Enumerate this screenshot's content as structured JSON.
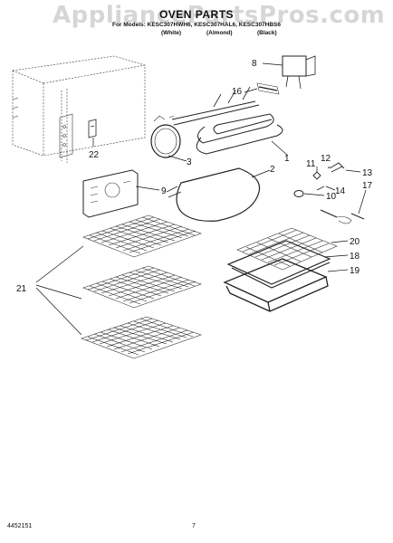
{
  "watermark": "AppliancePartsPros.com",
  "title": "OVEN PARTS",
  "models": "For Models: KESC307HWH6, KESC307HAL6, KESC307HBS6",
  "finishes": [
    "(White)",
    "(Almond)",
    "(Black)"
  ],
  "footer": {
    "doc_number": "4452151",
    "page": "7"
  },
  "callouts": [
    "1",
    "2",
    "3",
    "8",
    "9",
    "10",
    "11",
    "12",
    "13",
    "14",
    "16",
    "17",
    "18",
    "19",
    "20",
    "21",
    "22"
  ]
}
